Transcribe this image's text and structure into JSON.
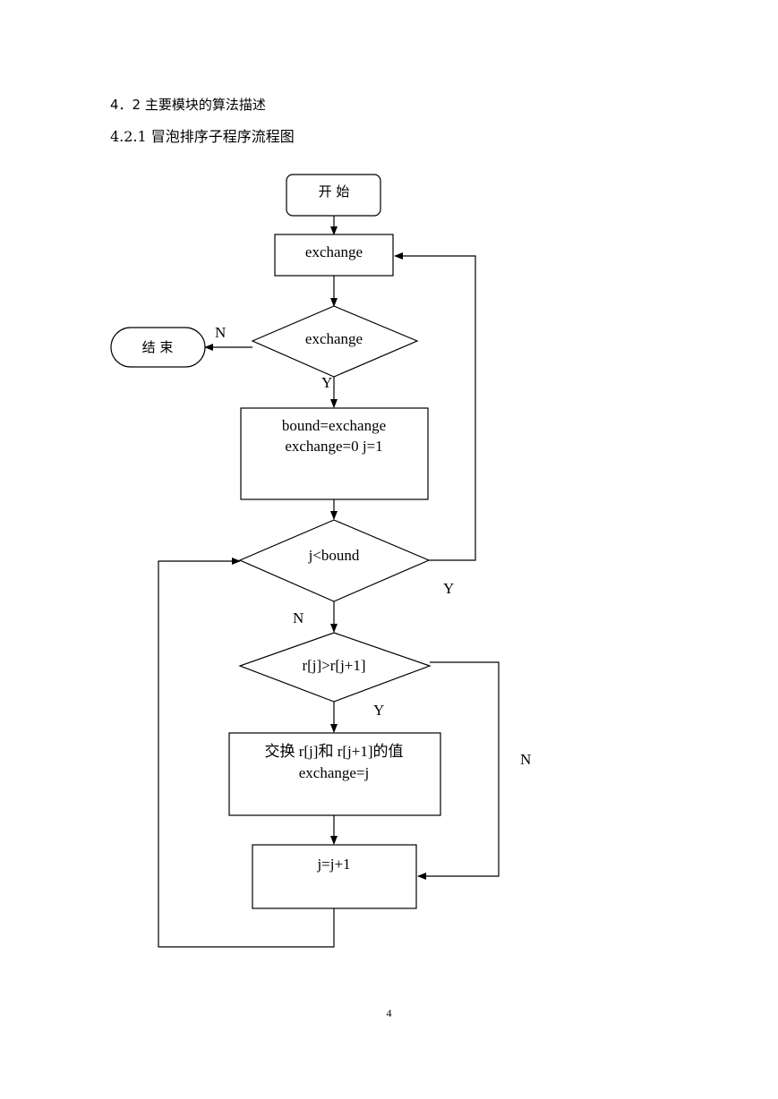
{
  "headings": {
    "section": "4．2 主要模块的算法描述",
    "subsection": "4.2.1 冒泡排序子程序流程图"
  },
  "flowchart": {
    "start": "开 始",
    "end": "结 束",
    "init_exchange": "exchange",
    "decision_exchange": "exchange",
    "assign_line1": "bound=exchange",
    "assign_line2": "exchange=0 j=1",
    "decision_bound": "j<bound",
    "decision_compare": "r[j]>r[j+1]",
    "swap_line1": "交换 r[j]和 r[j+1]的值",
    "swap_line2": "exchange=j",
    "increment": "j=j+1",
    "labels": {
      "exchange_no": "N",
      "exchange_yes": "Y",
      "bound_yes": "Y",
      "bound_no": "N",
      "compare_yes": "Y",
      "compare_no": "N"
    }
  },
  "page_number": "4"
}
